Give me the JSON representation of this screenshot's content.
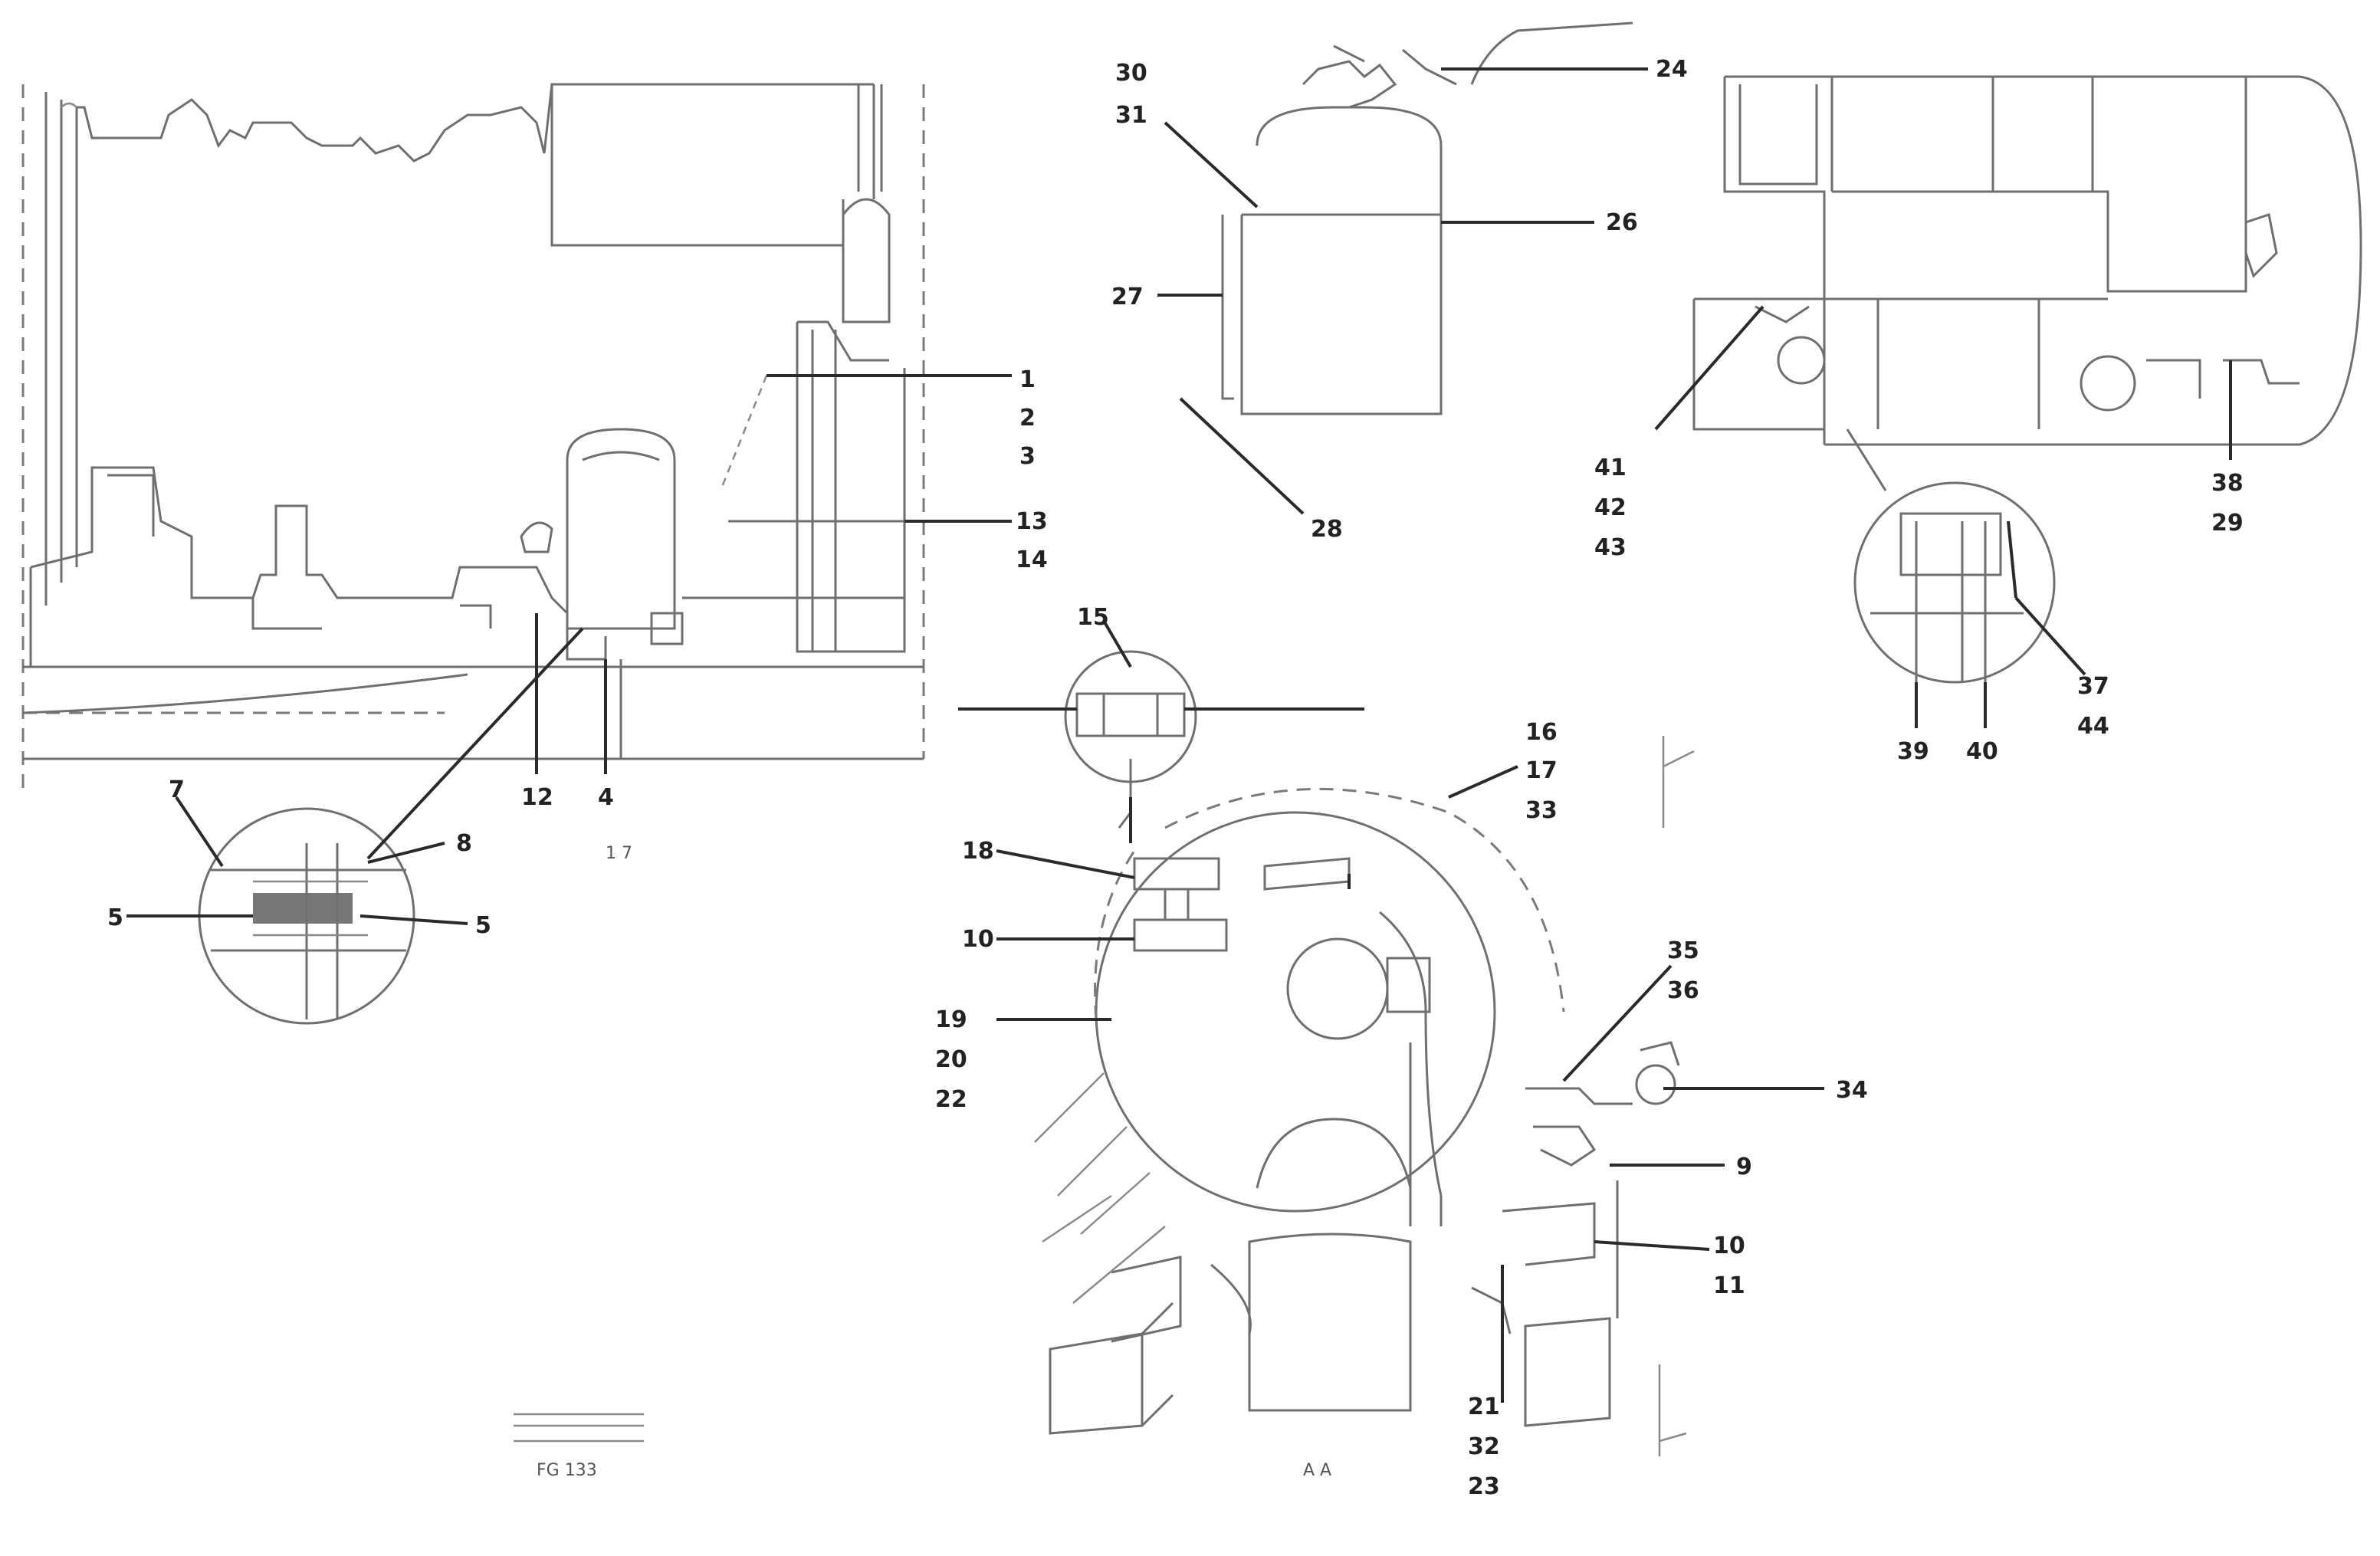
{
  "diagram": {
    "line_color": "#6f6f6f",
    "leader_color": "#2a2a2a",
    "label_color": "#222222",
    "callouts": {
      "c_1": "1",
      "c_2": "2",
      "c_3": "3",
      "c_13": "13",
      "c_14": "14",
      "c_12": "12",
      "c_4": "4",
      "c_7": "7",
      "c_8": "8",
      "c_5a": "5",
      "c_5b": "5",
      "c_30": "30",
      "c_31": "31",
      "c_24top": "24",
      "c_26": "26",
      "c_27": "27",
      "c_28": "28",
      "c_41": "41",
      "c_42": "42",
      "c_43": "43",
      "c_38": "38",
      "c_29": "29",
      "c_37": "37",
      "c_44": "44",
      "c_39": "39",
      "c_40": "40",
      "c_15": "15",
      "c_16": "16",
      "c_17": "17",
      "c_33": "33",
      "c_18": "18",
      "c_10": "10",
      "c_19": "19",
      "c_20": "20",
      "c_22": "22",
      "c_35": "35",
      "c_36": "36",
      "c_34": "34",
      "c_9": "9",
      "c_10b": "10",
      "c_11": "11",
      "c_21": "21",
      "c_32": "32",
      "c_23": "23"
    },
    "marks": {
      "view_ref": "1 7",
      "small_left": "FG 133",
      "small_center": "A A"
    }
  }
}
